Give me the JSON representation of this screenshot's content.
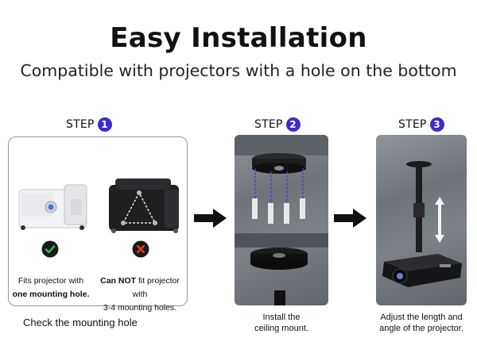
{
  "title": "Easy Installation",
  "subtitle": "Compatible with projectors with a hole on the bottom",
  "steps": [
    {
      "label": "STEP",
      "number": "1",
      "good_caption_line1": "Fits projector with",
      "good_caption_line2": "one mounting hole.",
      "bad_caption_bold": "Can NOT",
      "bad_caption_rest": " fit projector with",
      "bad_caption_line2": "3-4 mounting holes.",
      "bottom_text": "Check the mounting hole"
    },
    {
      "label": "STEP",
      "number": "2",
      "caption_line1": "Install the",
      "caption_line2": "ceiling mount."
    },
    {
      "label": "STEP",
      "number": "3",
      "caption_line1": "Adjust the length and",
      "caption_line2": "angle of the projector."
    }
  ],
  "colors": {
    "step_badge": "#3d2bd0",
    "check_green": "#1a8a2a",
    "cross_red": "#e03a1f",
    "arrow": "#111111"
  },
  "icons": {
    "good": "check-icon",
    "bad": "cross-icon",
    "next": "arrow-right-icon"
  }
}
